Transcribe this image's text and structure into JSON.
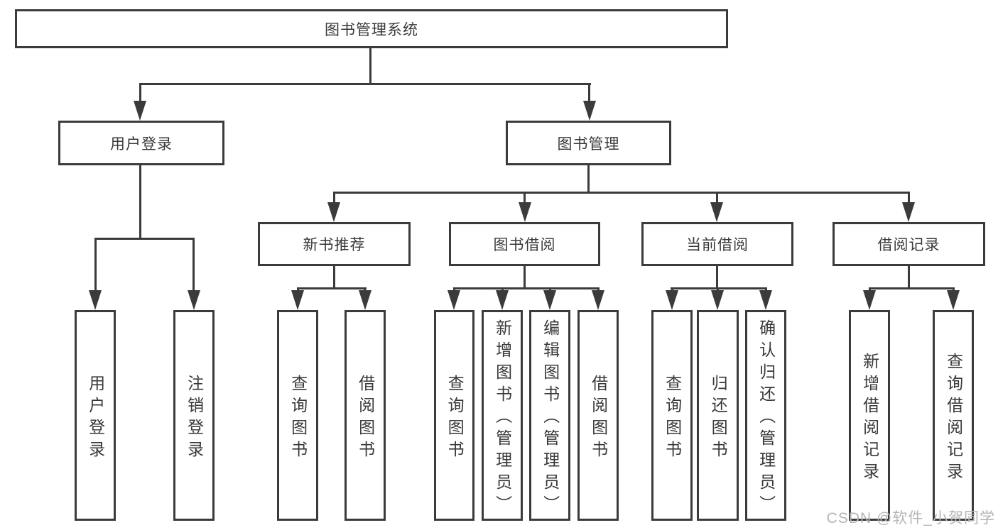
{
  "diagram_title": "图书管理系统",
  "tree": {
    "label": "图书管理系统",
    "children": [
      {
        "label": "用户登录",
        "children": [
          {
            "label": "用户登录"
          },
          {
            "label": "注销登录"
          }
        ]
      },
      {
        "label": "图书管理",
        "children": [
          {
            "label": "新书推荐",
            "children": [
              {
                "label": "查询图书"
              },
              {
                "label": "借阅图书"
              }
            ]
          },
          {
            "label": "图书借阅",
            "children": [
              {
                "label": "查询图书"
              },
              {
                "label": "新增图书（管理员）"
              },
              {
                "label": "编辑图书（管理员）"
              },
              {
                "label": "借阅图书"
              }
            ]
          },
          {
            "label": "当前借阅",
            "children": [
              {
                "label": "查询图书"
              },
              {
                "label": "归还图书"
              },
              {
                "label": "确认归还（管理员）"
              }
            ]
          },
          {
            "label": "借阅记录",
            "children": [
              {
                "label": "新增借阅记录"
              },
              {
                "label": "查询借阅记录"
              }
            ]
          }
        ]
      }
    ]
  },
  "watermark": "CSDN @软件_小贺同学",
  "colors": {
    "line": "#3b3b3b",
    "text": "#383838",
    "watermark": "#b5b5b5",
    "background": "#ffffff"
  }
}
